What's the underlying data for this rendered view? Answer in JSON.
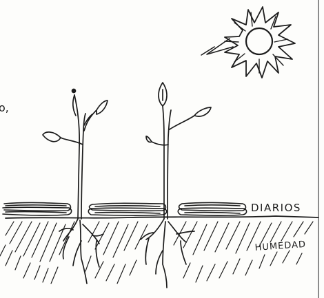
{
  "labels": {
    "newspapers": "DIARIOS",
    "moisture": "HUMEDAD",
    "cut_left_text": "o,"
  },
  "colors": {
    "ink": "#1c1c1c",
    "paper": "#fdfdfb"
  },
  "icons": {
    "sun": "sun-icon",
    "sprout": "sprout-icon"
  }
}
